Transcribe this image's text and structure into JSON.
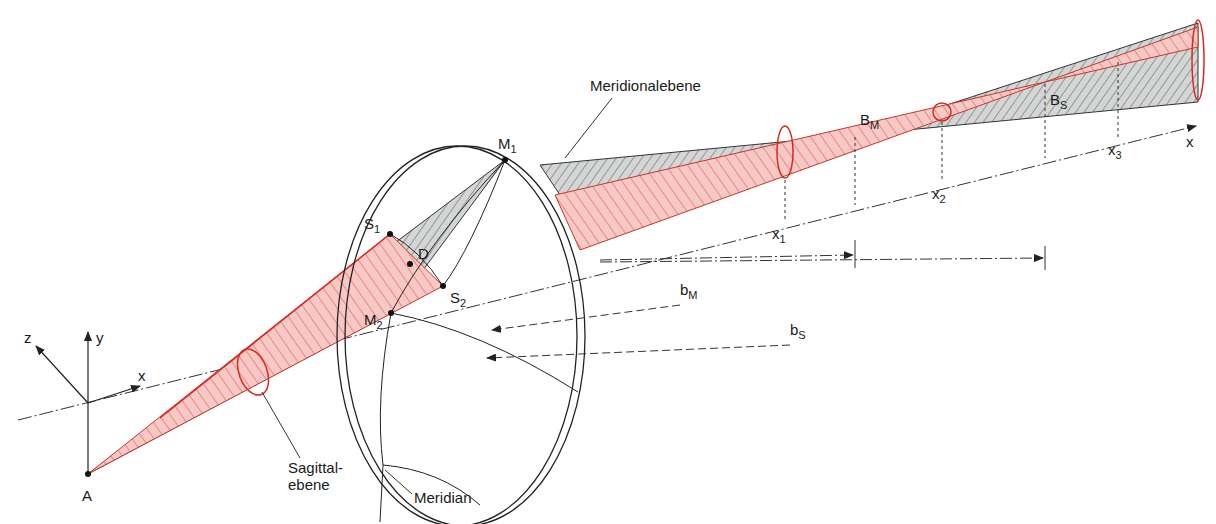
{
  "diagram": {
    "labels": [
      "Meridionalebene",
      "BM",
      "BS",
      "x",
      "x1",
      "x2",
      "x3",
      "bM",
      "bS",
      "M1",
      "S1",
      "D",
      "S2",
      "M2",
      "z",
      "y",
      "x",
      "A",
      "Sagittal- ebene",
      "Meridian"
    ]
  }
}
